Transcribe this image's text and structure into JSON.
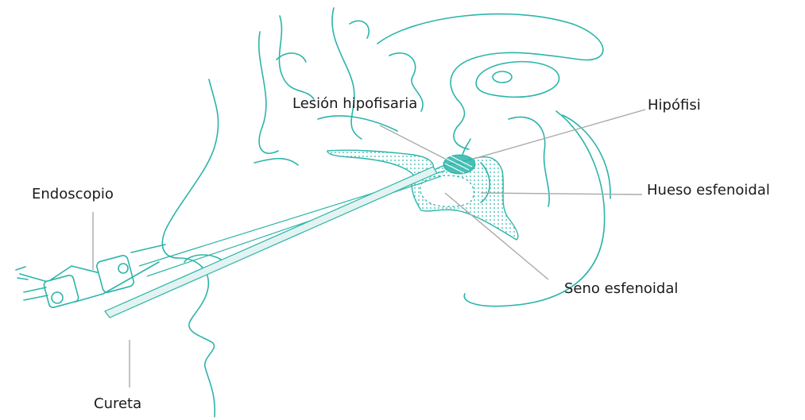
{
  "labels": {
    "lesion": "Lesión hipofisaria",
    "hipofisis": "Hipófisi",
    "endoscopio": "Endoscopio",
    "hueso": "Hueso esfenoidal",
    "seno": "Seno esfenoidal",
    "cureta": "Cureta"
  },
  "colors": {
    "line": "#2bb5a9",
    "fill": "#e8f6f4",
    "leader": "#a9a9a9",
    "text": "#1a1a1a"
  }
}
